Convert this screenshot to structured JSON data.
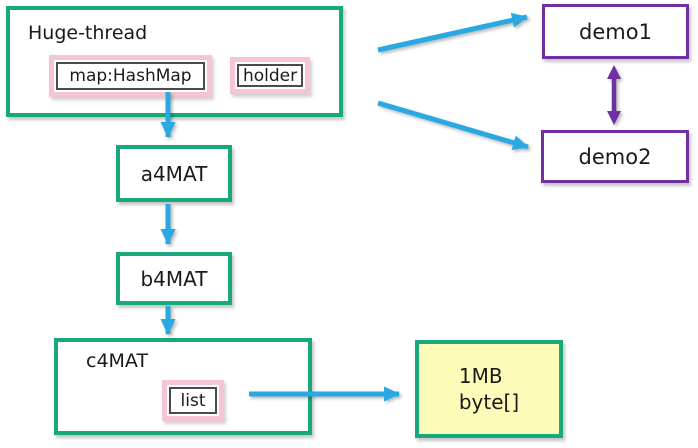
{
  "colors": {
    "box_border_green": "#19A87D",
    "field_border_pink": "#F6C5D2",
    "field_inner_border": "#4A4A4A",
    "demo_border_purple": "#7030A0",
    "arrow_blue": "#29A9E1",
    "arrow_purple": "#7030A0",
    "byte_box_fill": "#FCFCB8"
  },
  "nodes": {
    "huge_thread": {
      "label": "Huge-thread",
      "fields": [
        "map:HashMap",
        "holder"
      ]
    },
    "a4mat": {
      "label": "a4MAT"
    },
    "b4mat": {
      "label": "b4MAT"
    },
    "c4mat": {
      "label": "c4MAT",
      "fields": [
        "list"
      ]
    },
    "demo1": {
      "label": "demo1"
    },
    "demo2": {
      "label": "demo2"
    },
    "byte_array": {
      "line1": "1MB",
      "line2": "byte[]"
    }
  },
  "edges": [
    {
      "from": "Huge-thread",
      "to": "demo1",
      "type": "arrow",
      "color": "blue"
    },
    {
      "from": "Huge-thread",
      "to": "demo2",
      "type": "arrow",
      "color": "blue"
    },
    {
      "from": "map:HashMap",
      "to": "a4MAT",
      "type": "arrow",
      "color": "blue"
    },
    {
      "from": "a4MAT",
      "to": "b4MAT",
      "type": "arrow",
      "color": "blue"
    },
    {
      "from": "b4MAT",
      "to": "c4MAT",
      "type": "arrow",
      "color": "blue"
    },
    {
      "from": "list",
      "to": "1MB byte[]",
      "type": "arrow",
      "color": "blue"
    },
    {
      "from": "demo1",
      "to": "demo2",
      "type": "double-arrow",
      "color": "purple"
    }
  ]
}
